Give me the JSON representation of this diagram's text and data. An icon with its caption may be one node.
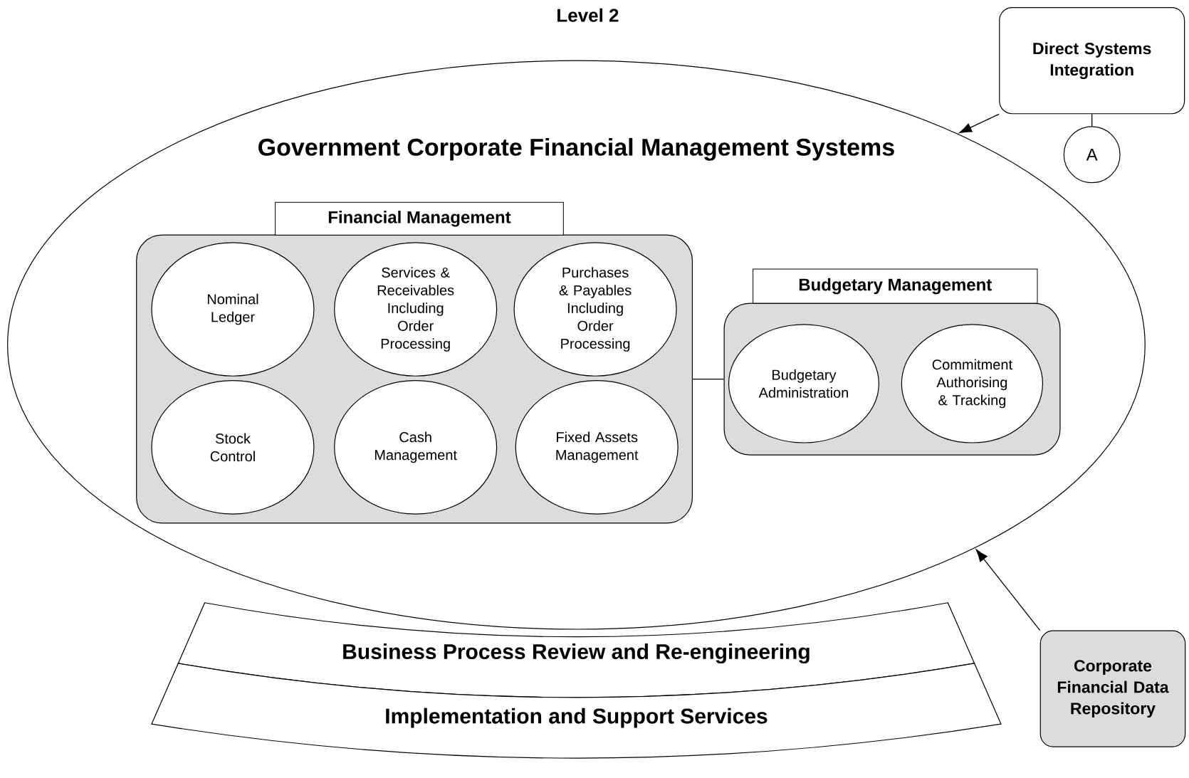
{
  "diagram": {
    "title": "Level 2",
    "nodes": [
      {
        "text": [
          "Government Corporate Financial Management Systems"
        ]
      },
      {
        "text": [
          "Financial Management"
        ],
        "in": 0
      },
      {
        "text": [
          "Nominal Ledger"
        ],
        "in": 1
      },
      {
        "text": [
          "Services & Receivables Including Order Processing"
        ],
        "in": 1
      },
      {
        "text": [
          "Purchases & Payables Including Order Processing"
        ],
        "in": 1
      },
      {
        "text": [
          "Stock Control"
        ],
        "in": 1
      },
      {
        "text": [
          "Cash Management"
        ],
        "in": 1
      },
      {
        "text": [
          "Fixed Assets Management"
        ],
        "in": 1
      },
      {
        "text": [
          "Budgetary Management"
        ],
        "in": 0
      },
      {
        "text": [
          "Budgetary Administration"
        ],
        "in": 8
      },
      {
        "text": [
          "Commitment Authorising & Tracking"
        ],
        "in": 8
      },
      {
        "text": [
          "Direct Systems Integration"
        ]
      },
      {
        "text": [
          "A"
        ]
      },
      {
        "text": [
          "Business Process Review and Re-engineering"
        ]
      },
      {
        "text": [
          "Implementation and Support Services"
        ]
      },
      {
        "text": [
          "Corporate Financial Data Repository"
        ]
      }
    ],
    "edges": [
      {
        "from": 1,
        "to": 8,
        "arrow": "none"
      },
      {
        "from": 11,
        "to": 0,
        "arrow": "to"
      },
      {
        "from": 11,
        "to": 12,
        "arrow": "none"
      },
      {
        "from": 15,
        "to": 0,
        "arrow": "to"
      }
    ]
  }
}
